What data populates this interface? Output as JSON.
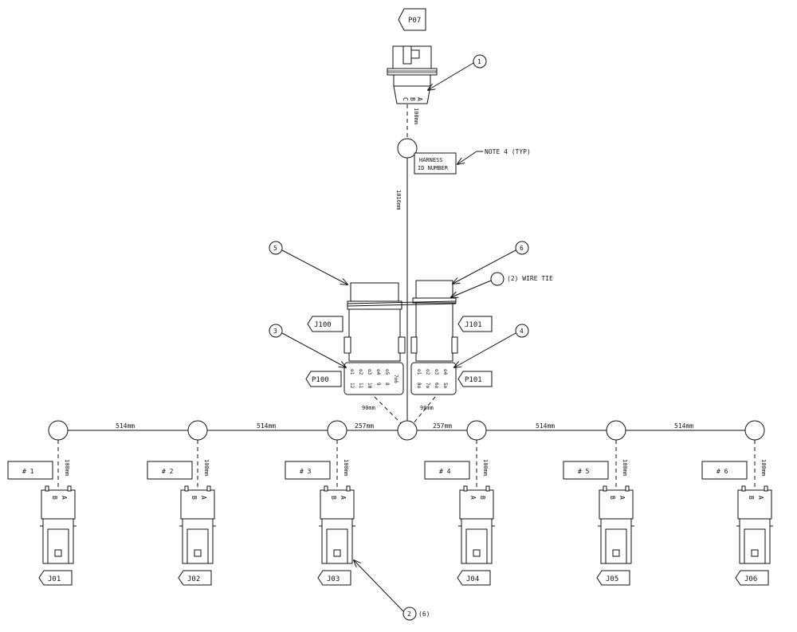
{
  "connector_labels": {
    "p07": "P07",
    "j100": "J100",
    "j101": "J101",
    "p100": "P100",
    "p101": "P101",
    "j01": "J01",
    "j02": "J02",
    "j03": "J03",
    "j04": "J04",
    "j05": "J05",
    "j06": "J06"
  },
  "callouts": {
    "c1": "1",
    "c2": "2",
    "c2_qty": "(6)",
    "c3": "3",
    "c4": "4",
    "c5": "5",
    "c6": "6"
  },
  "notes": {
    "note4": "NOTE 4 (TYP)",
    "wire_tie": "(2) WIRE TIE",
    "harness_line1": "HARNESS",
    "harness_line2": "ID NUMBER"
  },
  "dimensions": {
    "p07_lead": "100mm",
    "trunk": "1016mm",
    "p100_lead": "90mm",
    "p101_lead": "90mm",
    "seg1": "514mm",
    "seg2": "514mm",
    "seg3": "257mm",
    "seg4": "257mm",
    "seg5": "514mm",
    "seg6": "514mm",
    "drop1": "100mm",
    "drop2": "100mm",
    "drop3": "100mm",
    "drop4": "100mm",
    "drop5": "100mm",
    "drop6": "100mm"
  },
  "tags": {
    "t1": "# 1",
    "t2": "# 2",
    "t3": "# 3",
    "t4": "# 4",
    "t5": "# 5",
    "t6": "# 6"
  },
  "pins": {
    "a": "A",
    "b": "B",
    "c": "C"
  }
}
